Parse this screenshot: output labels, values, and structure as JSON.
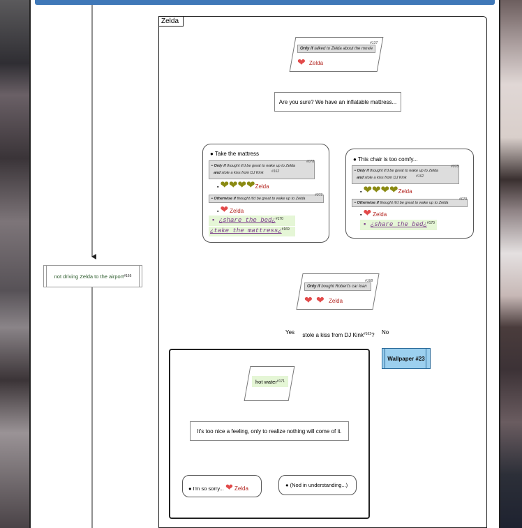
{
  "frame": {
    "title": "Zelda"
  },
  "start": {
    "condition_prefix": "Only if",
    "condition_text": "talked to Zelda about the movie",
    "condition_ref": "#137",
    "character": "Zelda"
  },
  "line1": "Are you sure? We have an inflatable mattress...",
  "choice_left": {
    "title": "Take the mattress",
    "cond1_prefix": "Only if",
    "cond1_text": "thought it'd be great to wake up to Zelda",
    "cond1_text2_prefix": "and",
    "cond1_text2": "stole a kiss from DJ Kink",
    "cond1_ref": "#078",
    "cond1_ref2": "#162",
    "character": "Zelda",
    "cond2_prefix": "Otherwise if",
    "cond2_text": "thought it'd be great to wake up to Zelda",
    "cond2_ref": "#079",
    "link1_text": "share the bed",
    "link1_ref": "#170",
    "link2_text": "take the mattress",
    "link2_ref": "#169"
  },
  "choice_right": {
    "title": "This chair is too comfy...",
    "cond1_prefix": "Only if",
    "cond1_text": "thought it'd be great to wake up to Zelda",
    "cond1_text2_prefix": "and",
    "cond1_text2": "stole a kiss from DJ Kink",
    "cond1_ref": "#078",
    "cond1_ref2": "#162",
    "character": "Zelda",
    "cond2_prefix": "Otherwise if",
    "cond2_text": "thought it'd be great to wake up to Zelda",
    "cond2_ref": "#079",
    "link1_text": "share the bed",
    "link1_ref": "#170"
  },
  "left_node": {
    "text": "not driving Zelda to the airport",
    "ref": "#166"
  },
  "robert": {
    "condition_prefix": "Only if",
    "condition_text": "bought Robert's car loan",
    "condition_ref": "#168",
    "character": "Zelda"
  },
  "decision": {
    "text": "stole a kiss from DJ Kink",
    "ref": "#162",
    "suffix": "?",
    "yes": "Yes",
    "no": "No"
  },
  "wallpaper": "Wallpaper #23",
  "hot_water": {
    "text": "hot water",
    "ref": "#171"
  },
  "line2": "It's too nice a feeling, only to realize nothing will come of it.",
  "reply1": {
    "text": "I'm so sorry...",
    "character": "Zelda"
  },
  "reply2": {
    "text": "(Nod in understanding...)"
  },
  "colors": {
    "accent": "#3f78b8",
    "character": "#b3241f",
    "heart": "#e24a4a",
    "broken_heart": "#8a8a12",
    "link_bg": "#e5f6d6",
    "wallpaper_bg": "#9cd0ef"
  }
}
